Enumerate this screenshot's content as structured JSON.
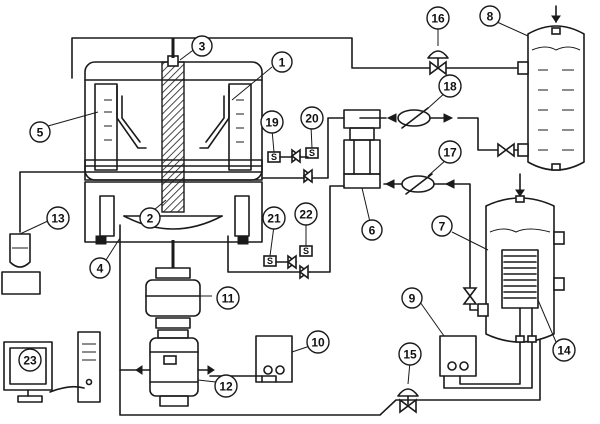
{
  "callouts": [
    {
      "id": "1",
      "text": "1"
    },
    {
      "id": "2",
      "text": "2"
    },
    {
      "id": "3",
      "text": "3"
    },
    {
      "id": "4",
      "text": "4"
    },
    {
      "id": "5",
      "text": "5"
    },
    {
      "id": "6",
      "text": "6"
    },
    {
      "id": "7",
      "text": "7"
    },
    {
      "id": "8",
      "text": "8"
    },
    {
      "id": "9",
      "text": "9"
    },
    {
      "id": "10",
      "text": "10"
    },
    {
      "id": "11",
      "text": "11"
    },
    {
      "id": "12",
      "text": "12"
    },
    {
      "id": "13",
      "text": "13"
    },
    {
      "id": "14",
      "text": "14"
    },
    {
      "id": "15",
      "text": "15"
    },
    {
      "id": "16",
      "text": "16"
    },
    {
      "id": "17",
      "text": "17"
    },
    {
      "id": "18",
      "text": "18"
    },
    {
      "id": "19",
      "text": "19"
    },
    {
      "id": "20",
      "text": "20"
    },
    {
      "id": "21",
      "text": "21"
    },
    {
      "id": "22",
      "text": "22"
    },
    {
      "id": "23",
      "text": "23"
    }
  ],
  "sensor_glyph": "S"
}
